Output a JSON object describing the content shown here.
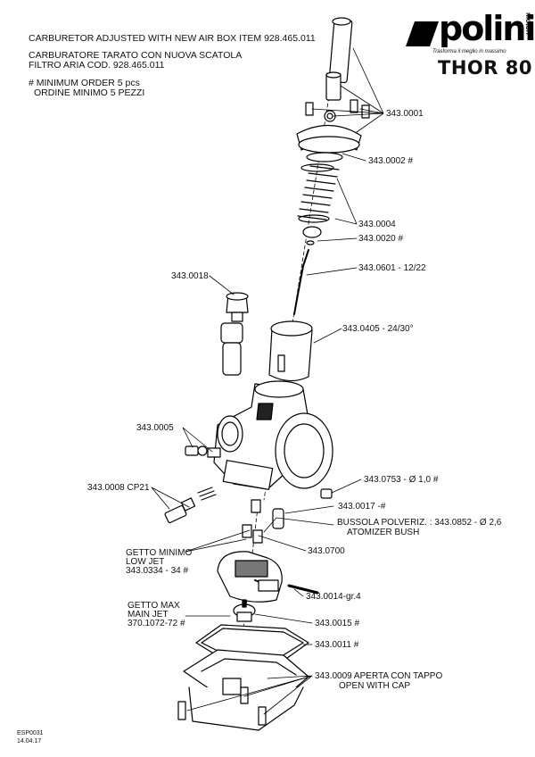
{
  "header": {
    "line1": "CARBURETOR ADJUSTED WITH NEW AIR BOX ITEM  928.465.011",
    "line2": "CARBURATORE TARATO CON NUOVA SCATOLA",
    "line3": "FILTRO ARIA COD.  928.465.011",
    "line4": "# MINIMUM ORDER 5 pcs",
    "line5": "ORDINE MINIMO 5 PEZZI"
  },
  "brand": {
    "logo": "polini",
    "logo_sub": "motori",
    "tagline": "Trasforma il meglio in massimo",
    "model": "THOR 80"
  },
  "parts": [
    {
      "label": "343.0001"
    },
    {
      "label": "343.0002 #"
    },
    {
      "label": "343.0004"
    },
    {
      "label": "343.0020 #"
    },
    {
      "label": "343.0601  - 12/22"
    },
    {
      "label": "343.0018"
    },
    {
      "label": "343.0405 - 24/30°"
    },
    {
      "label": "343.0005"
    },
    {
      "label": "343.0753 - Ø 1,0 #"
    },
    {
      "label": "343.0008 CP21"
    },
    {
      "label": "343.0017 -#"
    },
    {
      "label": "BUSSOLA POLVERIZ. : 343.0852 - Ø 2,6"
    },
    {
      "label": "ATOMIZER BUSH"
    },
    {
      "label": "343.0700"
    },
    {
      "label": "GETTO MINIMO"
    },
    {
      "label": "LOW JET"
    },
    {
      "label": "343.0334 - 34 #"
    },
    {
      "label": "343.0014-gr.4"
    },
    {
      "label": "GETTO MAX"
    },
    {
      "label": "MAIN JET"
    },
    {
      "label": "370.1072-72 #"
    },
    {
      "label": "343.0015 #"
    },
    {
      "label": "343.0011 #"
    },
    {
      "label": "343.0009  APERTA CON TAPPO"
    },
    {
      "label": "OPEN WITH CAP"
    }
  ],
  "footer": {
    "code": "ESP0031",
    "date": "14.04.17"
  }
}
